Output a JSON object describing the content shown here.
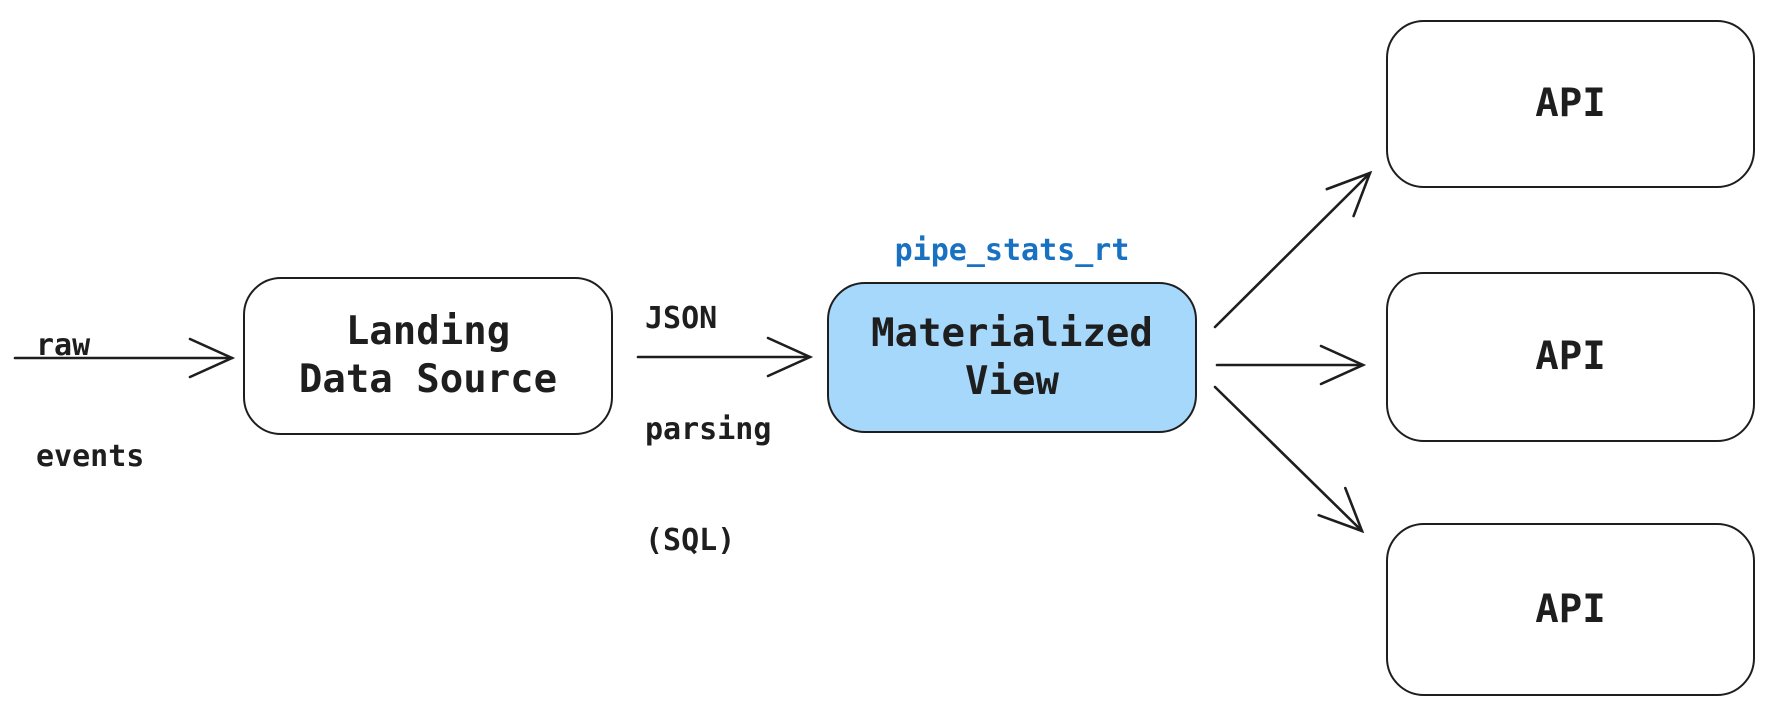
{
  "colors": {
    "stroke": "#1e1e1e",
    "text": "#1e1e1e",
    "node_fill": "#ffffff",
    "highlight_fill": "#a5d8fa",
    "accent": "#1971c2",
    "background": "#ffffff"
  },
  "nodes": {
    "landing_data_source": {
      "lines": [
        "Landing",
        "Data Source"
      ]
    },
    "materialized_view": {
      "annotation": "pipe_stats_rt",
      "lines": [
        "Materialized",
        "View"
      ]
    },
    "api_top": {
      "label": "API"
    },
    "api_middle": {
      "label": "API"
    },
    "api_bottom": {
      "label": "API"
    }
  },
  "edge_labels": {
    "raw_events": {
      "lines": [
        "raw",
        "events"
      ]
    },
    "json_parsing": {
      "lines": [
        "JSON",
        "parsing",
        "(SQL)"
      ]
    }
  }
}
